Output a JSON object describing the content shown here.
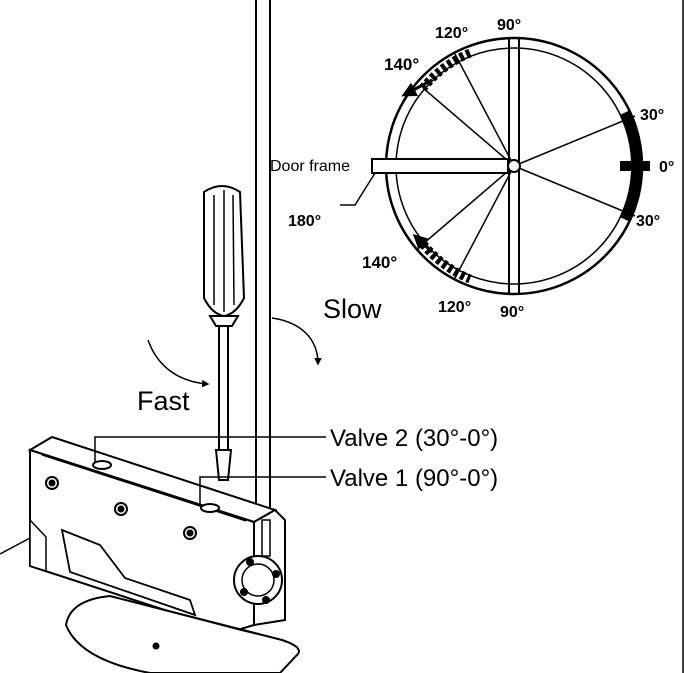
{
  "door_frame_label": "Door frame",
  "angles": {
    "deg_90_top": "90°",
    "deg_120_top": "120°",
    "deg_140_top": "140°",
    "deg_30_top": "30°",
    "deg_0": "0°",
    "deg_30_bottom": "30°",
    "deg_180": "180°",
    "deg_140_bottom": "140°",
    "deg_120_bottom": "120°",
    "deg_90_bottom": "90°"
  },
  "speed": {
    "slow": "Slow",
    "fast": "Fast"
  },
  "valves": {
    "valve_2": "Valve 2 (30°-0°)",
    "valve_1": "Valve 1 (90°-0°)"
  },
  "colors": {
    "line": "#000000",
    "background": "#ffffff"
  }
}
